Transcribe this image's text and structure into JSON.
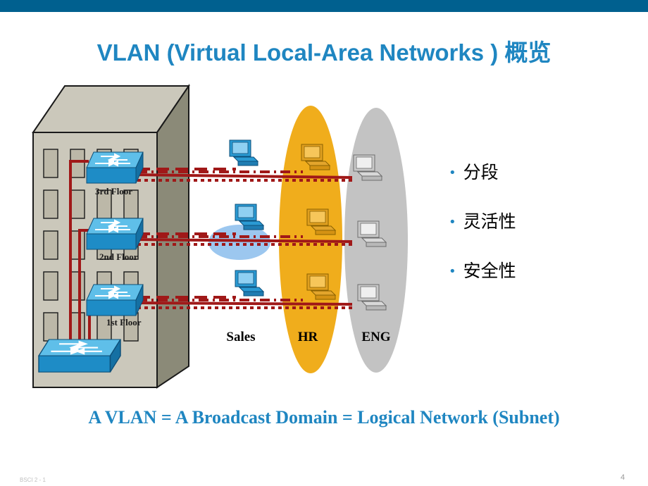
{
  "slide": {
    "title_latin": "VLAN (Virtual Local-Area Networks )",
    "title_cn": "概览",
    "summary": "A VLAN = A Broadcast Domain = Logical Network (Subnet)",
    "slide_id": "BSCI 2 - 1",
    "page_number": "4"
  },
  "bullets": [
    {
      "text": "分段"
    },
    {
      "text": "灵活性"
    },
    {
      "text": "安全性"
    }
  ],
  "diagram": {
    "floors": [
      {
        "label": "3rd Floor"
      },
      {
        "label": "2nd Floor"
      },
      {
        "label": "1st Floor"
      }
    ],
    "groups": [
      {
        "label": "Sales",
        "color": "#9cc7ef"
      },
      {
        "label": "HR",
        "color": "#f0ad1c"
      },
      {
        "label": "ENG",
        "color": "#c3c3c3"
      }
    ]
  },
  "colors": {
    "accent": "#1f86c1",
    "topbar": "#00608f",
    "link": "#a01818",
    "switch": "#2a9ad3"
  }
}
